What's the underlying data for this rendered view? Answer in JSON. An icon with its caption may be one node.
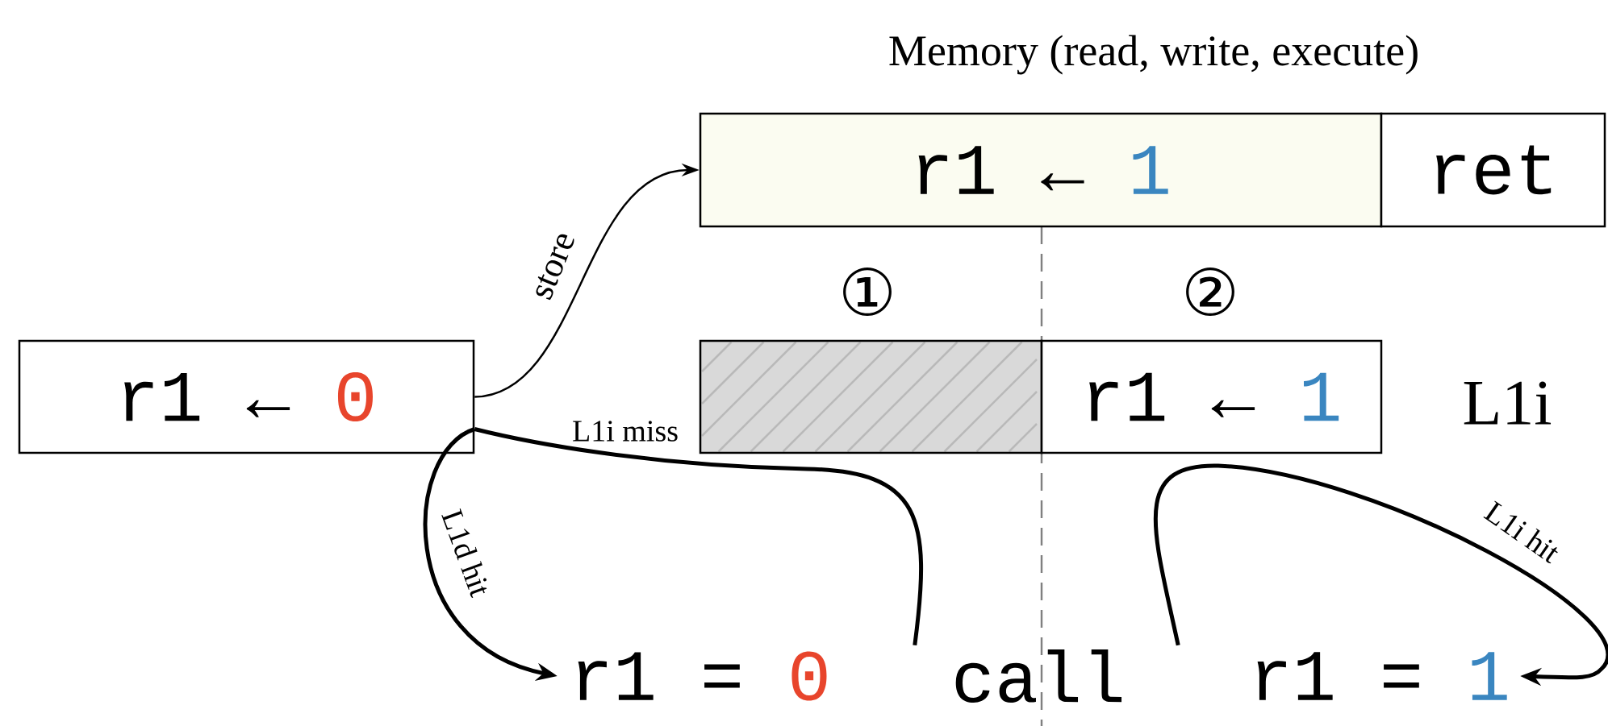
{
  "diagram": {
    "title": "Memory (read, write, execute)",
    "nodes": [
      {
        "text": [
          "r1 ←",
          "1"
        ]
      },
      {
        "text": [
          "ret"
        ]
      },
      {
        "text": [
          "r1 ←",
          "0"
        ]
      },
      {
        "text": [],
        "shape": "box"
      },
      {
        "text": [
          "r1 ←",
          "1"
        ],
        "beside": [
          "L1i"
        ]
      },
      {
        "text": [
          "r1 =",
          "0"
        ]
      },
      {
        "text": [
          "call"
        ]
      },
      {
        "text": [
          "r1 =",
          "1"
        ]
      }
    ],
    "edges": [
      {
        "from": 2,
        "to": 0,
        "arrow": "to",
        "label": "store"
      },
      {
        "from": 6,
        "to": 2,
        "arrow": "none",
        "label": "L1i miss"
      },
      {
        "from": 2,
        "to": 5,
        "arrow": "to",
        "label": "L1d hit"
      },
      {
        "from": 6,
        "to": 7,
        "arrow": "to",
        "label": "L1i hit"
      }
    ],
    "labels": [
      "①",
      "②"
    ]
  }
}
